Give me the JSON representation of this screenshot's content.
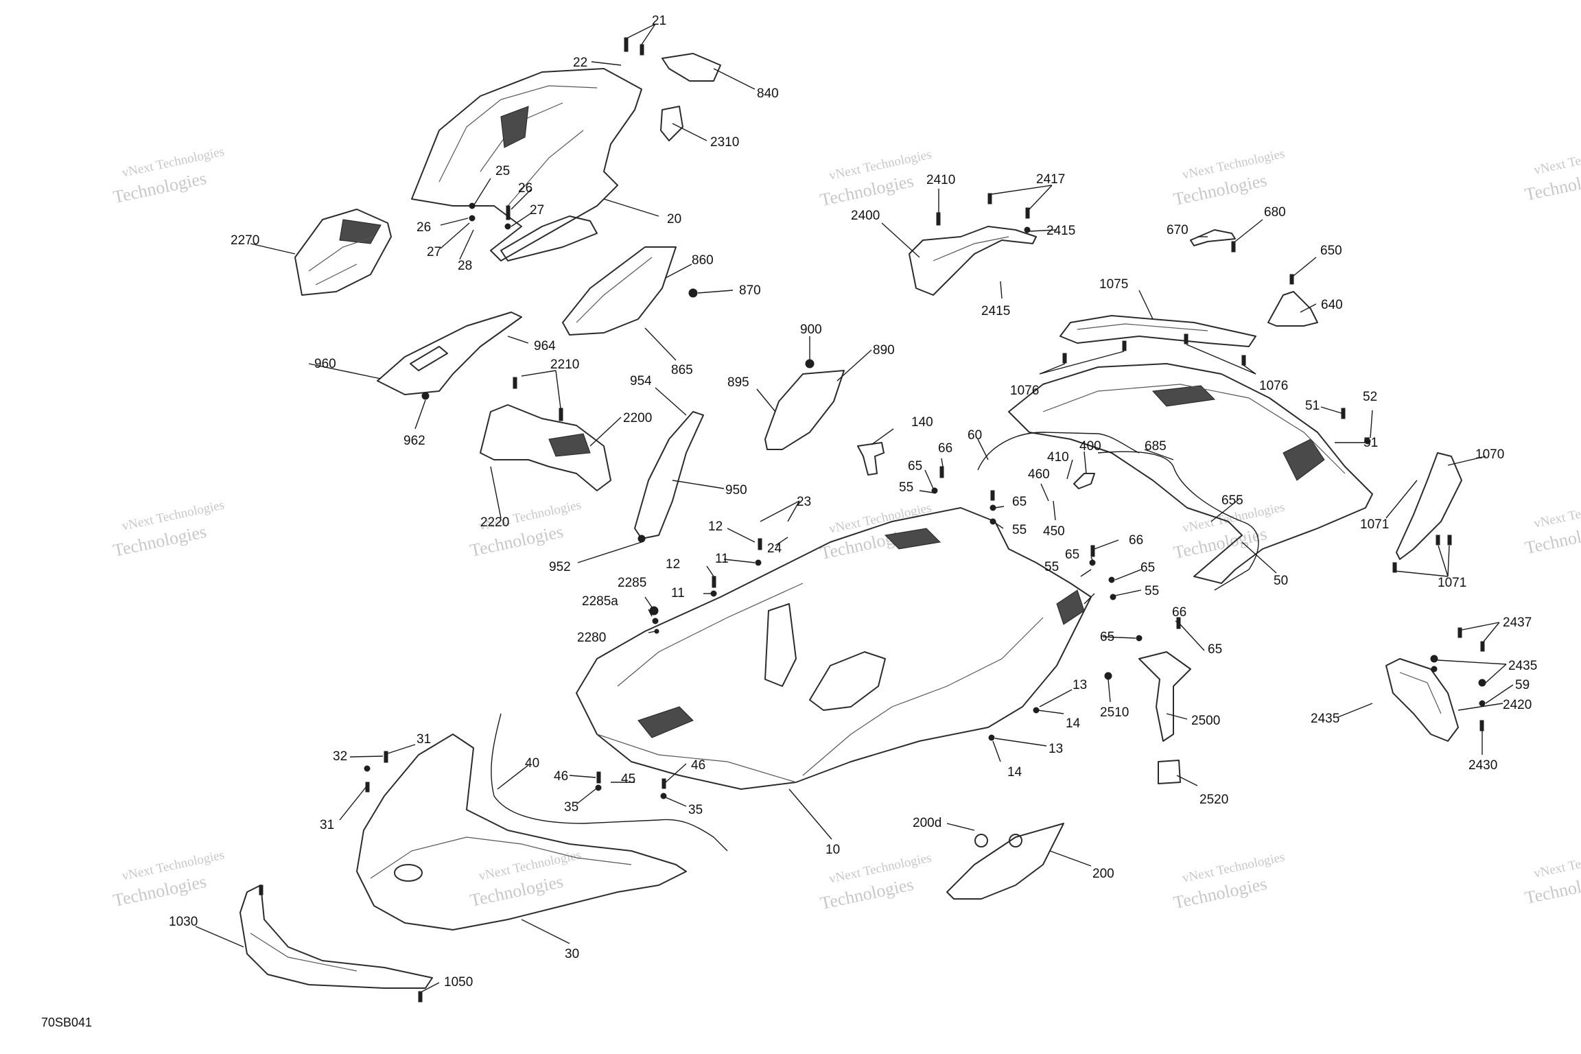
{
  "diagram_code": "70SB041",
  "watermark": {
    "line1": "vNext Technologies",
    "line2": "Technologies"
  },
  "labels": {
    "l21": "21",
    "l22": "22",
    "l840": "840",
    "l2310": "2310",
    "l25": "25",
    "l26a": "26",
    "l26b": "26",
    "l27a": "27",
    "l27b": "27",
    "l28": "28",
    "l20": "20",
    "l2270": "2270",
    "l860": "860",
    "l870": "870",
    "l865": "865",
    "l964": "964",
    "l960": "960",
    "l962": "962",
    "l2210": "2210",
    "l2200": "2200",
    "l2220": "2220",
    "l954": "954",
    "l950": "950",
    "l952": "952",
    "l900": "900",
    "l890": "890",
    "l895": "895",
    "l140": "140",
    "l2410": "2410",
    "l2417": "2417",
    "l2400": "2400",
    "l2415a": "2415",
    "l2415b": "2415",
    "l670": "670",
    "l680": "680",
    "l650": "650",
    "l640": "640",
    "l1075": "1075",
    "l1076a": "1076",
    "l1076b": "1076",
    "l51a": "51",
    "l52": "52",
    "l51b": "51",
    "l1070": "1070",
    "l1071a": "1071",
    "l1071b": "1071",
    "l50": "50",
    "l60": "60",
    "l410": "410",
    "l400": "400",
    "l685": "685",
    "l460": "460",
    "l450": "450",
    "l655": "655",
    "l66a": "66",
    "l65a": "65",
    "l55a": "55",
    "l65b": "65",
    "l55b": "55",
    "l23": "23",
    "l24": "24",
    "l12a": "12",
    "l11a": "11",
    "l12b": "12",
    "l11b": "11",
    "l2285": "2285",
    "l2285a": "2285a",
    "l2280": "2280",
    "l66b": "66",
    "l65c": "65",
    "l65d": "65",
    "l55c": "55",
    "l55d": "55",
    "l66c": "66",
    "l65e": "65",
    "l65f": "65",
    "l2510": "2510",
    "l2500": "2500",
    "l2520": "2520",
    "l13a": "13",
    "l14a": "14",
    "l13b": "13",
    "l14b": "14",
    "l2437": "2437",
    "l2435a": "2435",
    "l59": "59",
    "l2420": "2420",
    "l2435b": "2435",
    "l2430": "2430",
    "l32": "32",
    "l31a": "31",
    "l31b": "31",
    "l40": "40",
    "l46a": "46",
    "l45": "45",
    "l46b": "46",
    "l35a": "35",
    "l35b": "35",
    "l10": "10",
    "l200d": "200d",
    "l200": "200",
    "l30": "30",
    "l1030": "1030",
    "l1050": "1050"
  }
}
